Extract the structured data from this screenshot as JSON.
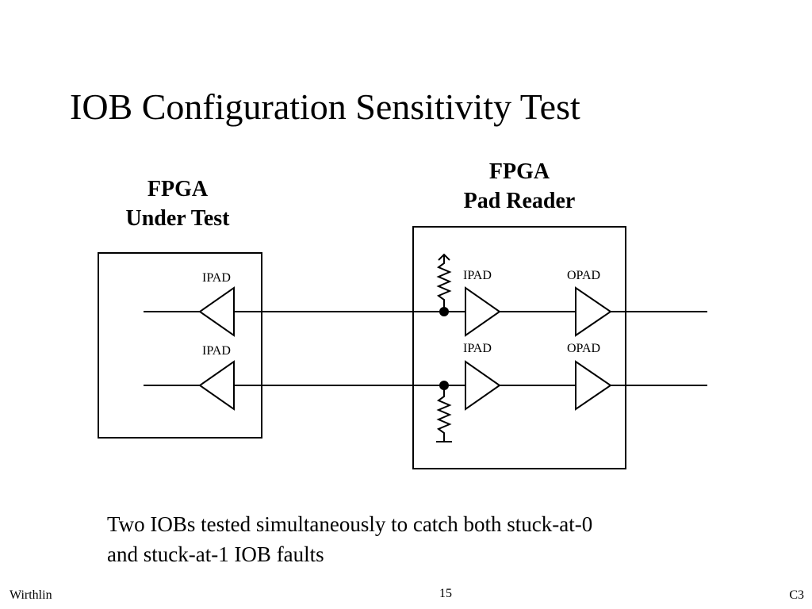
{
  "slide": {
    "title": "IOB Configuration Sensitivity Test",
    "caption_lines": [
      "Two IOBs tested simultaneously to catch both stuck-at-0",
      "and stuck-at-1 IOB faults"
    ]
  },
  "diagram": {
    "dut": {
      "label_lines": [
        "FPGA",
        "Under Test"
      ],
      "buffers": [
        "IPAD",
        "IPAD"
      ]
    },
    "reader": {
      "label_lines": [
        "FPGA",
        "Pad Reader"
      ],
      "rows": [
        {
          "input": "IPAD",
          "output": "OPAD",
          "resistor": "pull-up"
        },
        {
          "input": "IPAD",
          "output": "OPAD",
          "resistor": "pull-down"
        }
      ]
    }
  },
  "footer": {
    "author": "Wirthlin",
    "page_number": "15",
    "section": "C3"
  }
}
